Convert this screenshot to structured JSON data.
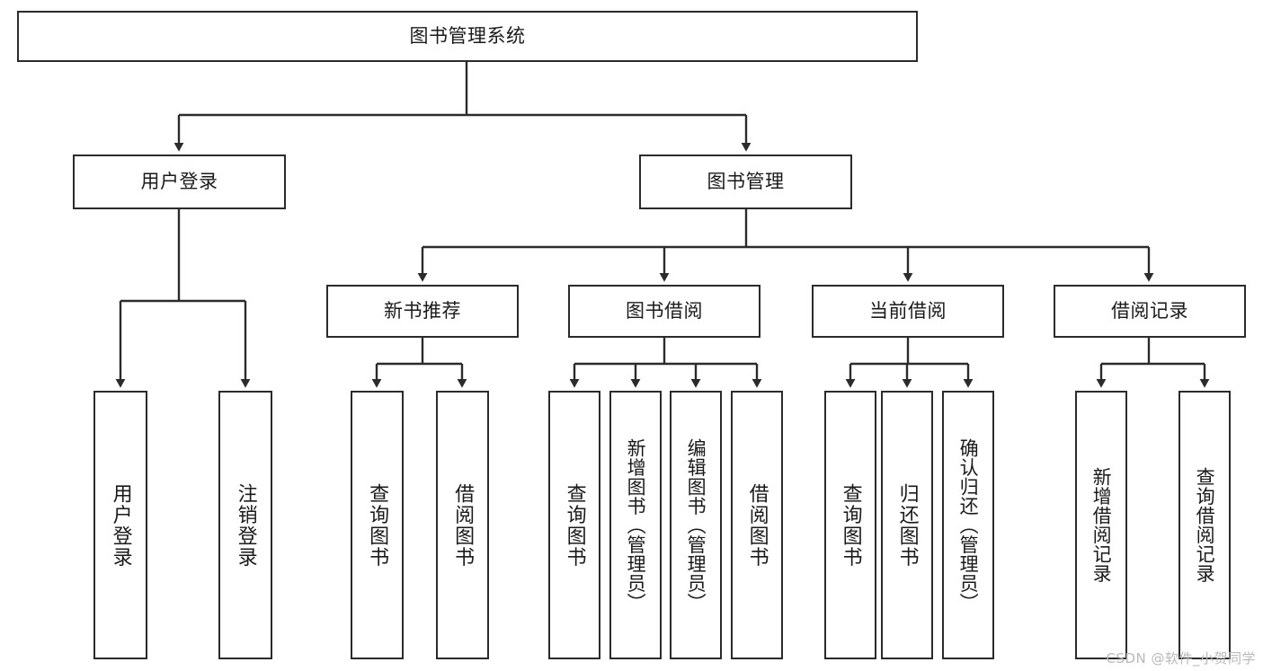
{
  "diagram": {
    "title": "图书管理系统",
    "type": "tree",
    "line_color": "#2b2b2b",
    "box_fill": "#ffffff",
    "text_color": "#1a1a1a",
    "watermark": "CSDN @软件_小贺同学",
    "root": {
      "id": "root",
      "label": "图书管理系统"
    },
    "level1": [
      {
        "id": "user-login",
        "label": "用户登录"
      },
      {
        "id": "book-manage",
        "label": "图书管理"
      }
    ],
    "level2": [
      {
        "id": "new-book-rec",
        "label": "新书推荐",
        "parent": "book-manage"
      },
      {
        "id": "book-borrow",
        "label": "图书借阅",
        "parent": "book-manage"
      },
      {
        "id": "current-borrow",
        "label": "当前借阅",
        "parent": "book-manage"
      },
      {
        "id": "borrow-record",
        "label": "借阅记录",
        "parent": "book-manage"
      }
    ],
    "leaves": [
      {
        "id": "leaf-user-login",
        "label": "用户登录",
        "parent": "user-login"
      },
      {
        "id": "leaf-logout",
        "label": "注销登录",
        "parent": "user-login"
      },
      {
        "id": "leaf-query-book-1",
        "label": "查询图书",
        "parent": "new-book-rec"
      },
      {
        "id": "leaf-borrow-book-1",
        "label": "借阅图书",
        "parent": "new-book-rec"
      },
      {
        "id": "leaf-query-book-2",
        "label": "查询图书",
        "parent": "book-borrow"
      },
      {
        "id": "leaf-add-book",
        "label": "新增图书（管理员）",
        "parent": "book-borrow"
      },
      {
        "id": "leaf-edit-book",
        "label": "编辑图书（管理员）",
        "parent": "book-borrow"
      },
      {
        "id": "leaf-borrow-book-2",
        "label": "借阅图书",
        "parent": "book-borrow"
      },
      {
        "id": "leaf-query-book-3",
        "label": "查询图书",
        "parent": "current-borrow"
      },
      {
        "id": "leaf-return-book",
        "label": "归还图书",
        "parent": "current-borrow"
      },
      {
        "id": "leaf-confirm-return",
        "label": "确认归还（管理员）",
        "parent": "current-borrow"
      },
      {
        "id": "leaf-add-record",
        "label": "新增借阅记录",
        "parent": "borrow-record"
      },
      {
        "id": "leaf-query-record",
        "label": "查询借阅记录",
        "parent": "borrow-record"
      }
    ]
  }
}
